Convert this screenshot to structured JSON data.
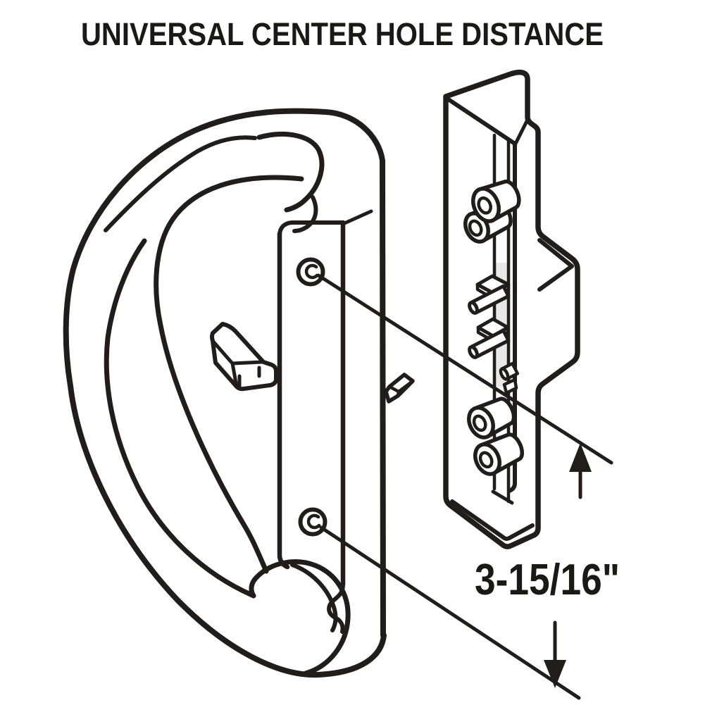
{
  "title": {
    "text": "UNIVERSAL CENTER HOLE DISTANCE"
  },
  "dimension": {
    "label": "3-15/16\""
  },
  "figure": {
    "parts": {
      "left": "door-handle-with-mounting-plate",
      "right": "mortise-latch-keeper-bracket",
      "callout": "center-hole-distance-dimension"
    },
    "icons": [
      "up-arrow-icon",
      "down-arrow-icon",
      "screw-hole-icon"
    ],
    "colors": {
      "line": "#201d1b",
      "background": "#ffffff",
      "slot_shade": "#e8e8e8"
    }
  }
}
